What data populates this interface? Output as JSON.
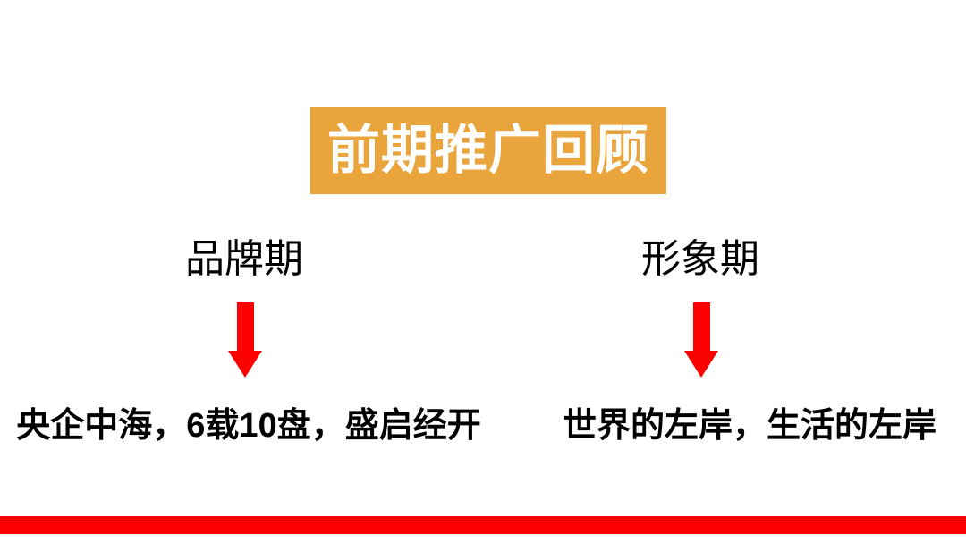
{
  "slide": {
    "title": "前期推广回顾",
    "phases": [
      {
        "label": "品牌期",
        "slogan": "央企中海，6载10盘，盛启经开"
      },
      {
        "label": "形象期",
        "slogan": "世界的左岸，生活的左岸"
      }
    ],
    "icons": {
      "left_arrow": "down-arrow-icon",
      "right_arrow": "down-arrow-icon"
    },
    "colors": {
      "title_banner_bg": "#E9A43C",
      "title_text": "#FFFFFF",
      "arrow": "#FE0000",
      "footer_bar": "#FE0000",
      "body_text": "#000000"
    }
  }
}
